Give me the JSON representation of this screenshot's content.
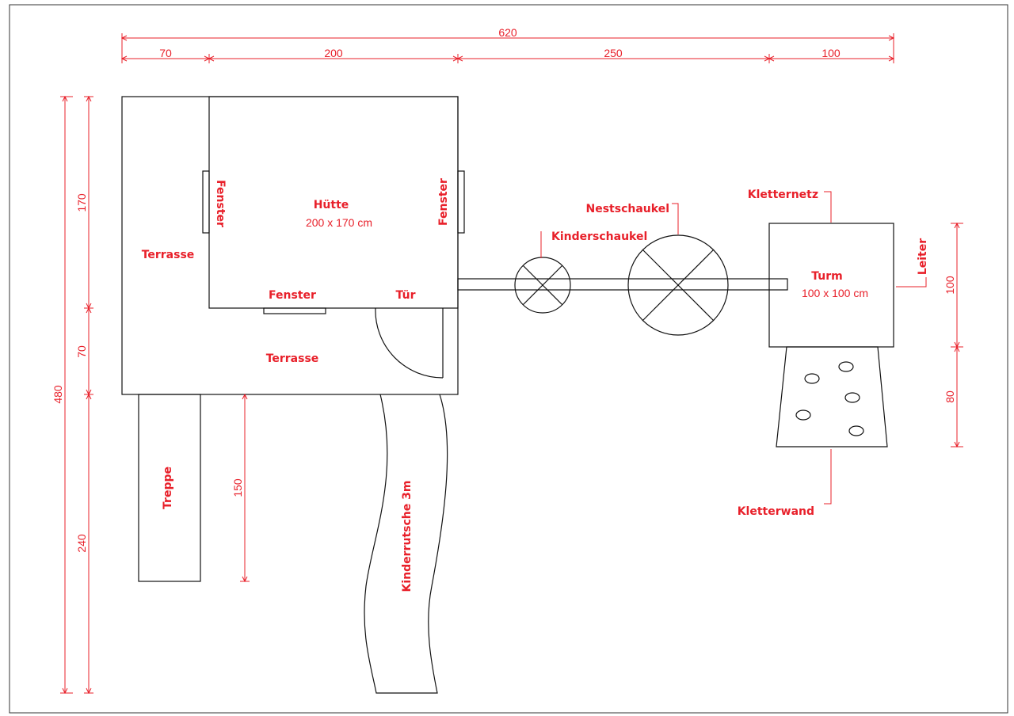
{
  "colors": {
    "annotation": "#e8202a",
    "outline": "#111111",
    "background": "#ffffff"
  },
  "dimensions": {
    "total_width": "620",
    "seg_terrace": "70",
    "seg_hut": "200",
    "seg_swing": "250",
    "seg_tower": "100",
    "total_height": "480",
    "h_hut": "170",
    "h_terrace": "70",
    "h_stairs": "240",
    "h_right_extra": "150",
    "tower_height": "100",
    "wall_height": "80"
  },
  "labels": {
    "terrace_left": "Terrasse",
    "terrace_bottom": "Terrasse",
    "hut_title": "Hütte",
    "hut_size": "200 x 170 cm",
    "window_left": "Fenster",
    "window_right": "Fenster",
    "window_bottom": "Fenster",
    "door": "Tür",
    "stairs": "Treppe",
    "slide": "Kinderrutsche 3m",
    "kids_swing": "Kinderschaukel",
    "nest_swing": "Nestschaukel",
    "climbing_net": "Kletternetz",
    "ladder": "Leiter",
    "tower_title": "Turm",
    "tower_size": "100 x 100 cm",
    "climbing_wall": "Kletterwand"
  }
}
